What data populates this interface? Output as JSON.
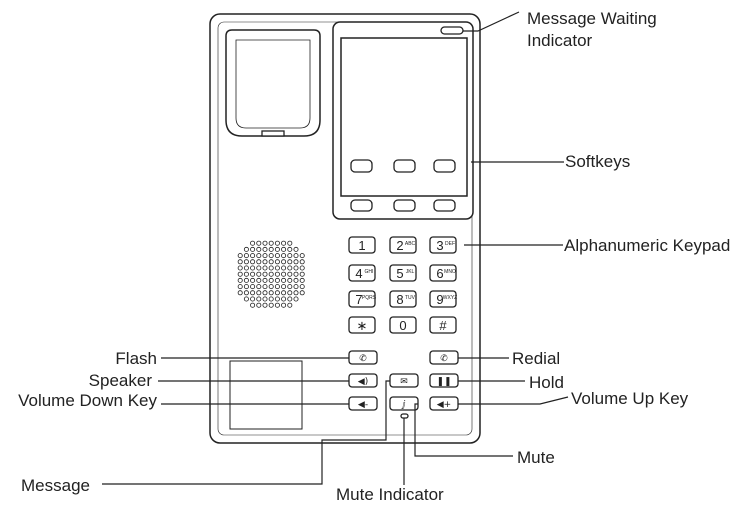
{
  "labels": {
    "message_waiting_1": "Message Waiting",
    "message_waiting_2": "Indicator",
    "softkeys": "Softkeys",
    "keypad": "Alphanumeric Keypad",
    "flash": "Flash",
    "speaker": "Speaker",
    "volume_down": "Volume Down Key",
    "redial": "Redial",
    "hold": "Hold",
    "volume_up": "Volume Up Key",
    "mute": "Mute",
    "message": "Message",
    "mute_indicator": "Mute Indicator"
  },
  "keypad": [
    {
      "digit": "1",
      "sub": ""
    },
    {
      "digit": "2",
      "sub": "ABC"
    },
    {
      "digit": "3",
      "sub": "DEF"
    },
    {
      "digit": "4",
      "sub": "GHI"
    },
    {
      "digit": "5",
      "sub": "JKL"
    },
    {
      "digit": "6",
      "sub": "MNO"
    },
    {
      "digit": "7",
      "sub": "PQRS"
    },
    {
      "digit": "8",
      "sub": "TUV"
    },
    {
      "digit": "9",
      "sub": "WXYZ"
    },
    {
      "digit": "∗",
      "sub": ""
    },
    {
      "digit": "0",
      "sub": ""
    },
    {
      "digit": "#",
      "sub": ""
    }
  ],
  "icons": {
    "flash": "phone-flash-icon",
    "redial": "redial-icon",
    "speaker": "speaker-icon",
    "message": "envelope-icon",
    "hold": "pause-icon",
    "volume_down": "volume-down-icon",
    "mute": "microphone-mute-icon",
    "volume_up": "volume-up-icon"
  }
}
